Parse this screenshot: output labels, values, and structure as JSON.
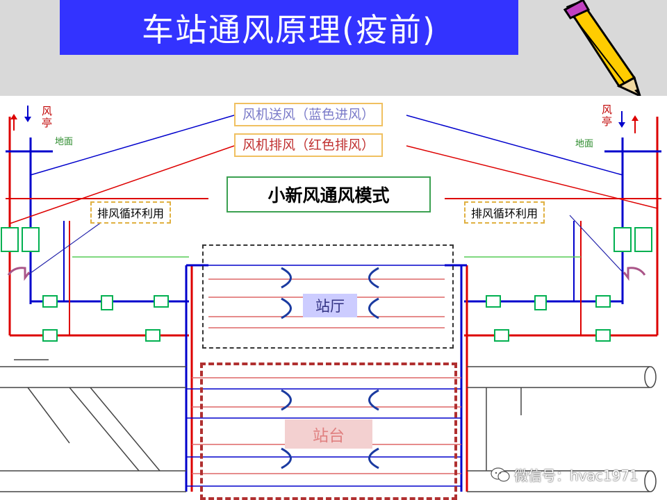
{
  "title": "车站通风原理(疫前)",
  "legend": {
    "supply": "风机送风（蓝色进风）",
    "exhaust": "风机排风（红色排风）"
  },
  "mode": "小新风通风模式",
  "reuse_left": "排风循环利用",
  "reuse_right": "排风循环利用",
  "ting_left": "风亭",
  "ting_right": "风亭",
  "ground_left": "地面",
  "ground_right": "地面",
  "zones": {
    "hall": "站厅",
    "platform": "站台"
  },
  "watermark": "微信号：hvac1971",
  "colors": {
    "title_bg": "#3333ff",
    "supply": "#0000cc",
    "exhaust": "#dd0000",
    "equipment": "#00b050"
  }
}
